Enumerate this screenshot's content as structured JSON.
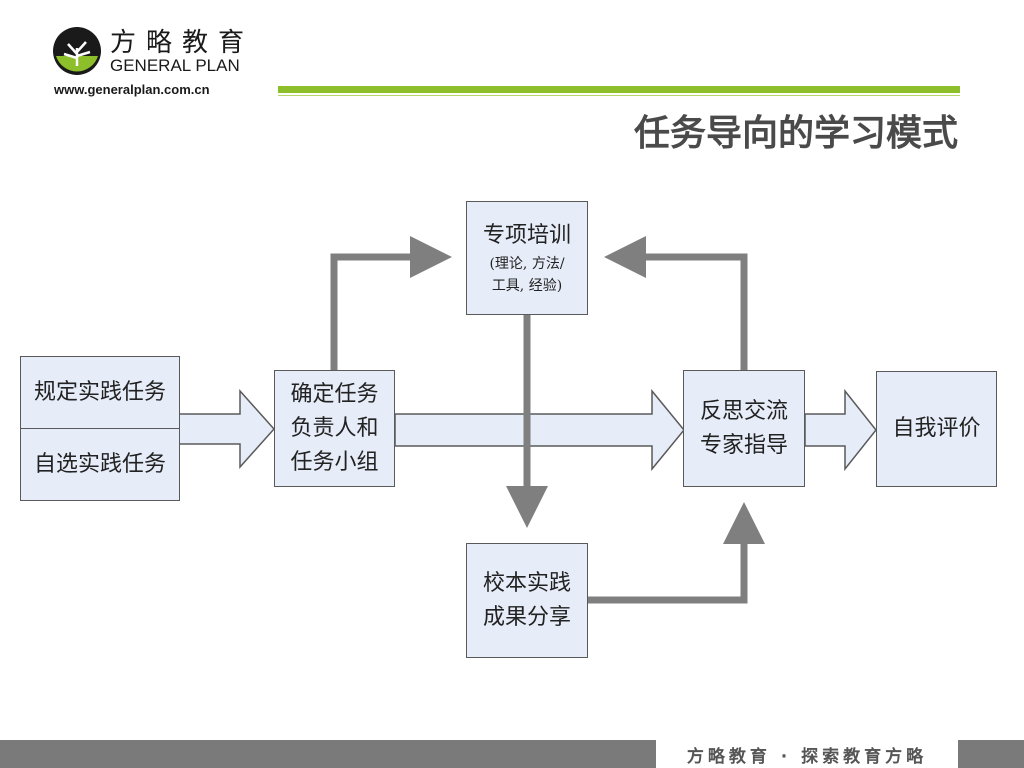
{
  "header": {
    "logo_cn": "方略教育",
    "logo_en": "GENERAL PLAN",
    "logo_url": "www.generalplan.com.cn",
    "title": "任务导向的学习模式"
  },
  "nodes": {
    "task_prescribed": "规定实践任务",
    "task_selfselected": "自选实践任务",
    "determine": [
      "确定任务",
      "负责人和",
      "任务小组"
    ],
    "training_title": "专项培训",
    "training_sub": [
      "(理论, 方法/",
      "工具, 经验)"
    ],
    "share": [
      "校本实践",
      "成果分享"
    ],
    "reflect": [
      "反思交流",
      "专家指导"
    ],
    "self_eval": "自我评价"
  },
  "footer": {
    "slogan": "方略教育 · 探索教育方略"
  },
  "colors": {
    "accent_green": "#8cbf2a",
    "node_fill": "#e6ecf8",
    "arrow_gray": "#7f7f7f",
    "footer_gray": "#7a7a7a"
  }
}
